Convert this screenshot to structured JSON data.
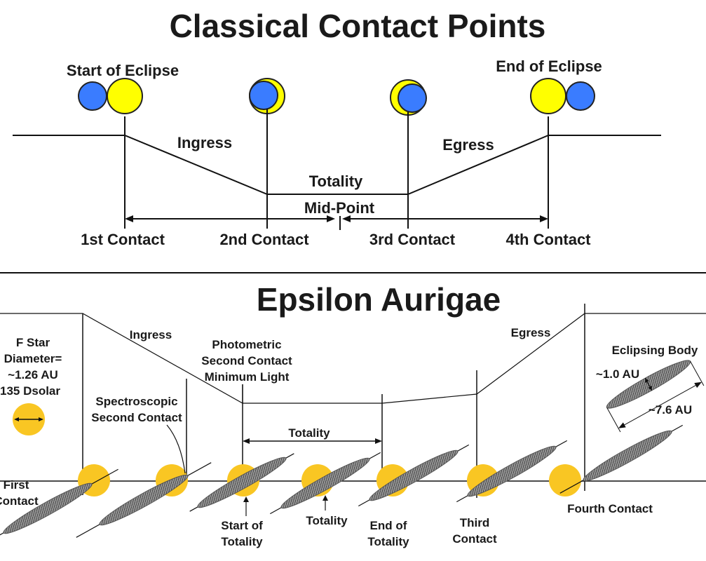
{
  "colors": {
    "star_yellow": "#ffff00",
    "star_blue": "#3a7cff",
    "f_star": "#f9c623",
    "eclipsing_body": "#8a8a8a",
    "line": "#111111"
  },
  "top": {
    "title": "Classical Contact Points",
    "start_label": "Start of Eclipse",
    "end_label": "End of Eclipse",
    "ingress": "Ingress",
    "egress": "Egress",
    "totality": "Totality",
    "midpoint": "Mid-Point",
    "contacts": [
      "1st Contact",
      "2nd Contact",
      "3rd Contact",
      "4th Contact"
    ]
  },
  "bottom": {
    "title": "Epsilon Aurigae",
    "fstar": [
      "F Star",
      "Diameter=",
      "~1.26 AU",
      "135 Dsolar"
    ],
    "ingress": "Ingress",
    "egress": "Egress",
    "photometric": [
      "Photometric",
      "Second Contact",
      "Minimum Light"
    ],
    "spectroscopic": [
      "Spectroscopic",
      "Second Contact"
    ],
    "totality_span": "Totality",
    "eclipsing_body": "Eclipsing Body",
    "thickness": "~1.0 AU",
    "length": "~7.6 AU",
    "first_contact": [
      "First",
      "Contact"
    ],
    "start_totality": [
      "Start of",
      "Totality"
    ],
    "totality_mid": "Totality",
    "end_totality": [
      "End of",
      "Totality"
    ],
    "third_contact": [
      "Third",
      "Contact"
    ],
    "fourth_contact": "Fourth Contact"
  }
}
